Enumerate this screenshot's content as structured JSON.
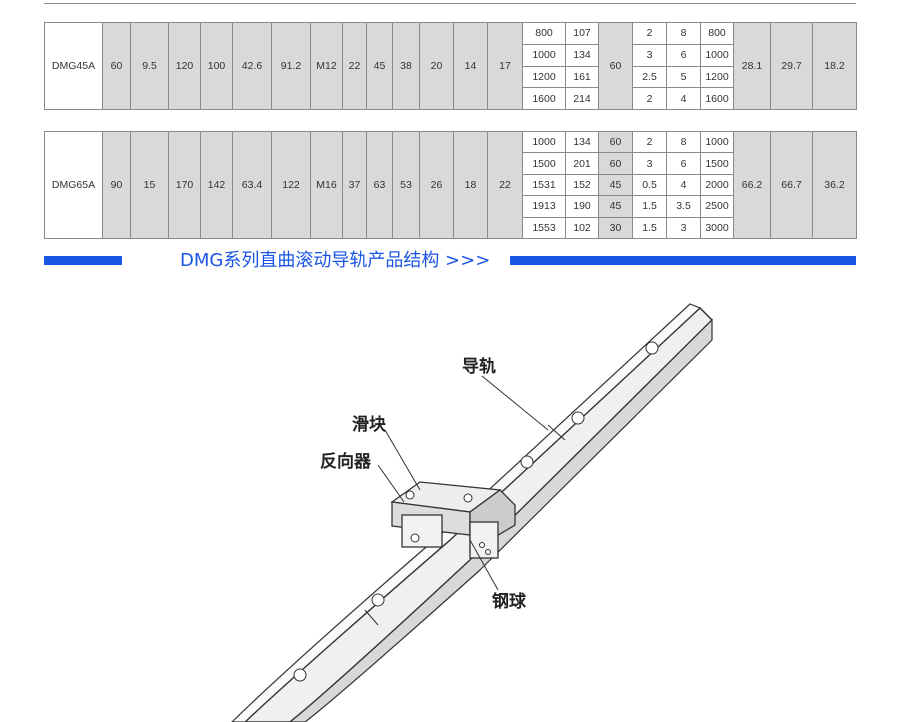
{
  "tables": [
    {
      "model": "DMG45A",
      "fixed": [
        "60",
        "9.5",
        "120",
        "100",
        "42.6",
        "91.2",
        "M12",
        "22",
        "45",
        "38",
        "20",
        "14",
        "17"
      ],
      "rows": [
        [
          "800",
          "107",
          "2",
          "8",
          "800"
        ],
        [
          "1000",
          "134",
          "3",
          "6",
          "1000"
        ],
        [
          "1200",
          "161",
          "2.5",
          "5",
          "1200"
        ],
        [
          "1600",
          "214",
          "2",
          "4",
          "1600"
        ]
      ],
      "mid": [
        "60"
      ],
      "tail": [
        "28.1",
        "29.7",
        "18.2"
      ]
    },
    {
      "model": "DMG65A",
      "fixed": [
        "90",
        "15",
        "170",
        "142",
        "63.4",
        "122",
        "M16",
        "37",
        "63",
        "53",
        "26",
        "18",
        "22"
      ],
      "rows": [
        [
          "1000",
          "134",
          "2",
          "8",
          "1000"
        ],
        [
          "1500",
          "201",
          "3",
          "6",
          "1500"
        ],
        [
          "1531",
          "152",
          "0.5",
          "4",
          "2000"
        ],
        [
          "1913",
          "190",
          "1.5",
          "3.5",
          "2500"
        ],
        [
          "1553",
          "102",
          "1.5",
          "3",
          "3000"
        ]
      ],
      "mid": [
        "60",
        "60",
        "45",
        "45",
        "30"
      ],
      "tail": [
        "66.2",
        "66.7",
        "36.2"
      ]
    }
  ],
  "section": {
    "title": "DMG系列直曲滚动导轨产品结构 >>>",
    "accent": "#1a55e3"
  },
  "diagram": {
    "rail": "导轨",
    "slider": "滑块",
    "reverser": "反向器",
    "ball": "钢球"
  }
}
